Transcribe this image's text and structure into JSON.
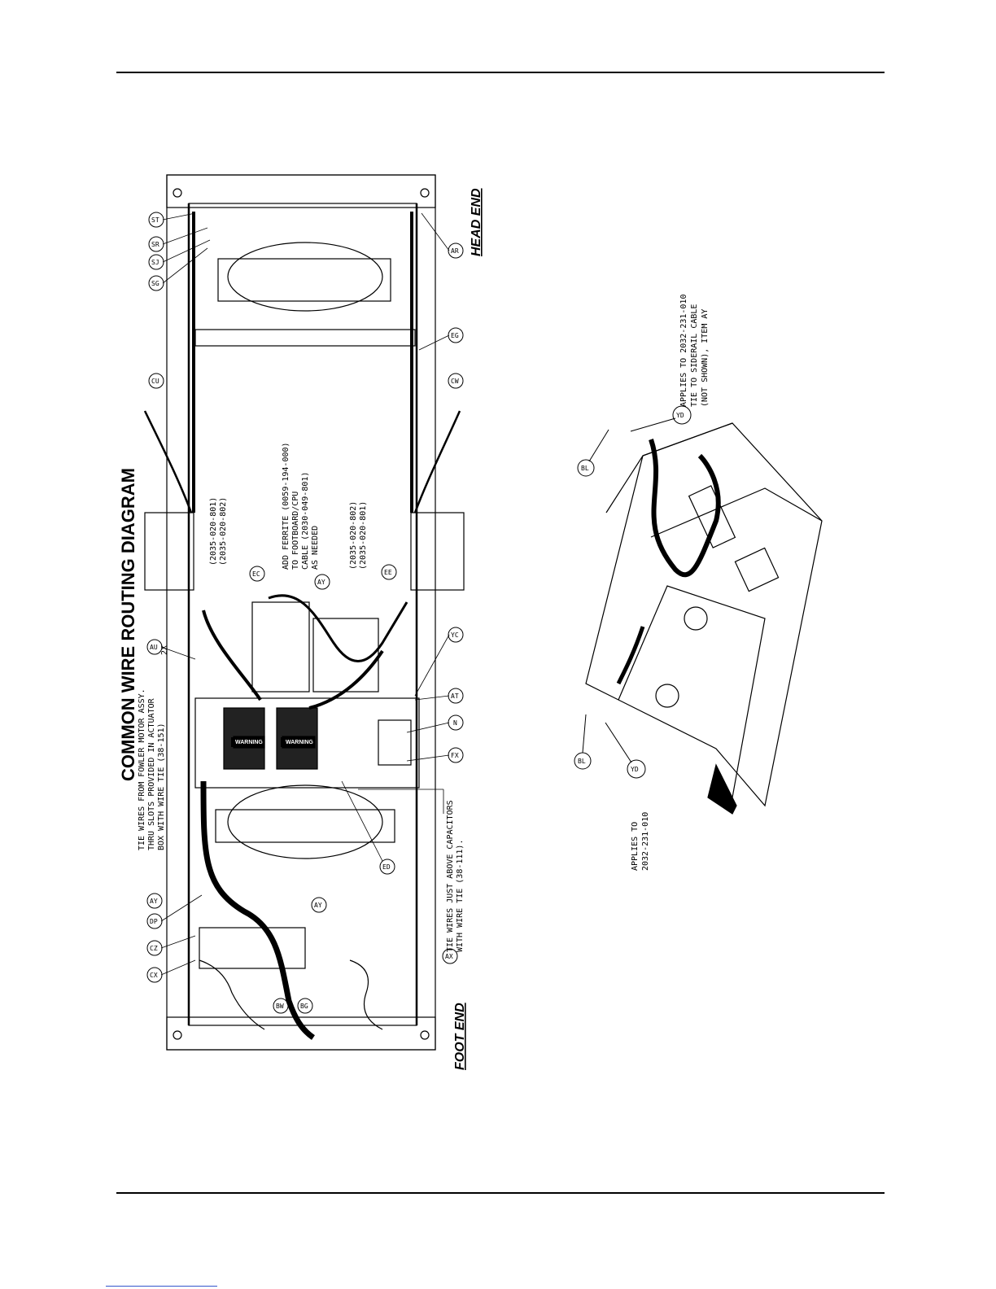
{
  "diagram": {
    "title": "COMMON WIRE ROUTING DIAGRAM",
    "head_end": "HEAD END",
    "foot_end": "FOOT END",
    "notes": {
      "tie_fowler": [
        "TIE WIRES FROM FOWLER MOTOR ASSY.",
        "THRU SLOTS PROVIDED IN ACTUATOR",
        "BOX WITH WIRE TIE (38-151)"
      ],
      "ferrite": [
        "ADD FERRITE (0059-194-000)",
        "TO FOOTBOARD/CPU",
        "CABLE (2030-049-801)",
        "AS NEEDED"
      ],
      "capacitors": [
        "TIE WIRES JUST ABOVE CAPACITORS",
        "WITH WIRE TIE (38-111)."
      ],
      "part_a": [
        "(2035-020-801)",
        "(2035-020-802)"
      ],
      "part_b": [
        "(2035-020-802)",
        "(2035-020-801)"
      ],
      "applies_left": [
        "APPLIES TO",
        "2032-231-010"
      ],
      "applies_right": [
        "APPLIES TO 2032-231-010",
        "TIE TO SIDERAIL CABLE",
        "(NOT SHOWN), ITEM AY"
      ],
      "au_qty": "2X",
      "warning": "WARNING"
    },
    "callouts": [
      "ST",
      "SR",
      "SJ",
      "SG",
      "CU",
      "AR",
      "EG",
      "CW",
      "EC",
      "AY",
      "EE",
      "YC",
      "AT",
      "N",
      "FX",
      "ED",
      "AU",
      "DP",
      "CZ",
      "CX",
      "AX",
      "BW",
      "BG",
      "YD",
      "BL"
    ]
  }
}
